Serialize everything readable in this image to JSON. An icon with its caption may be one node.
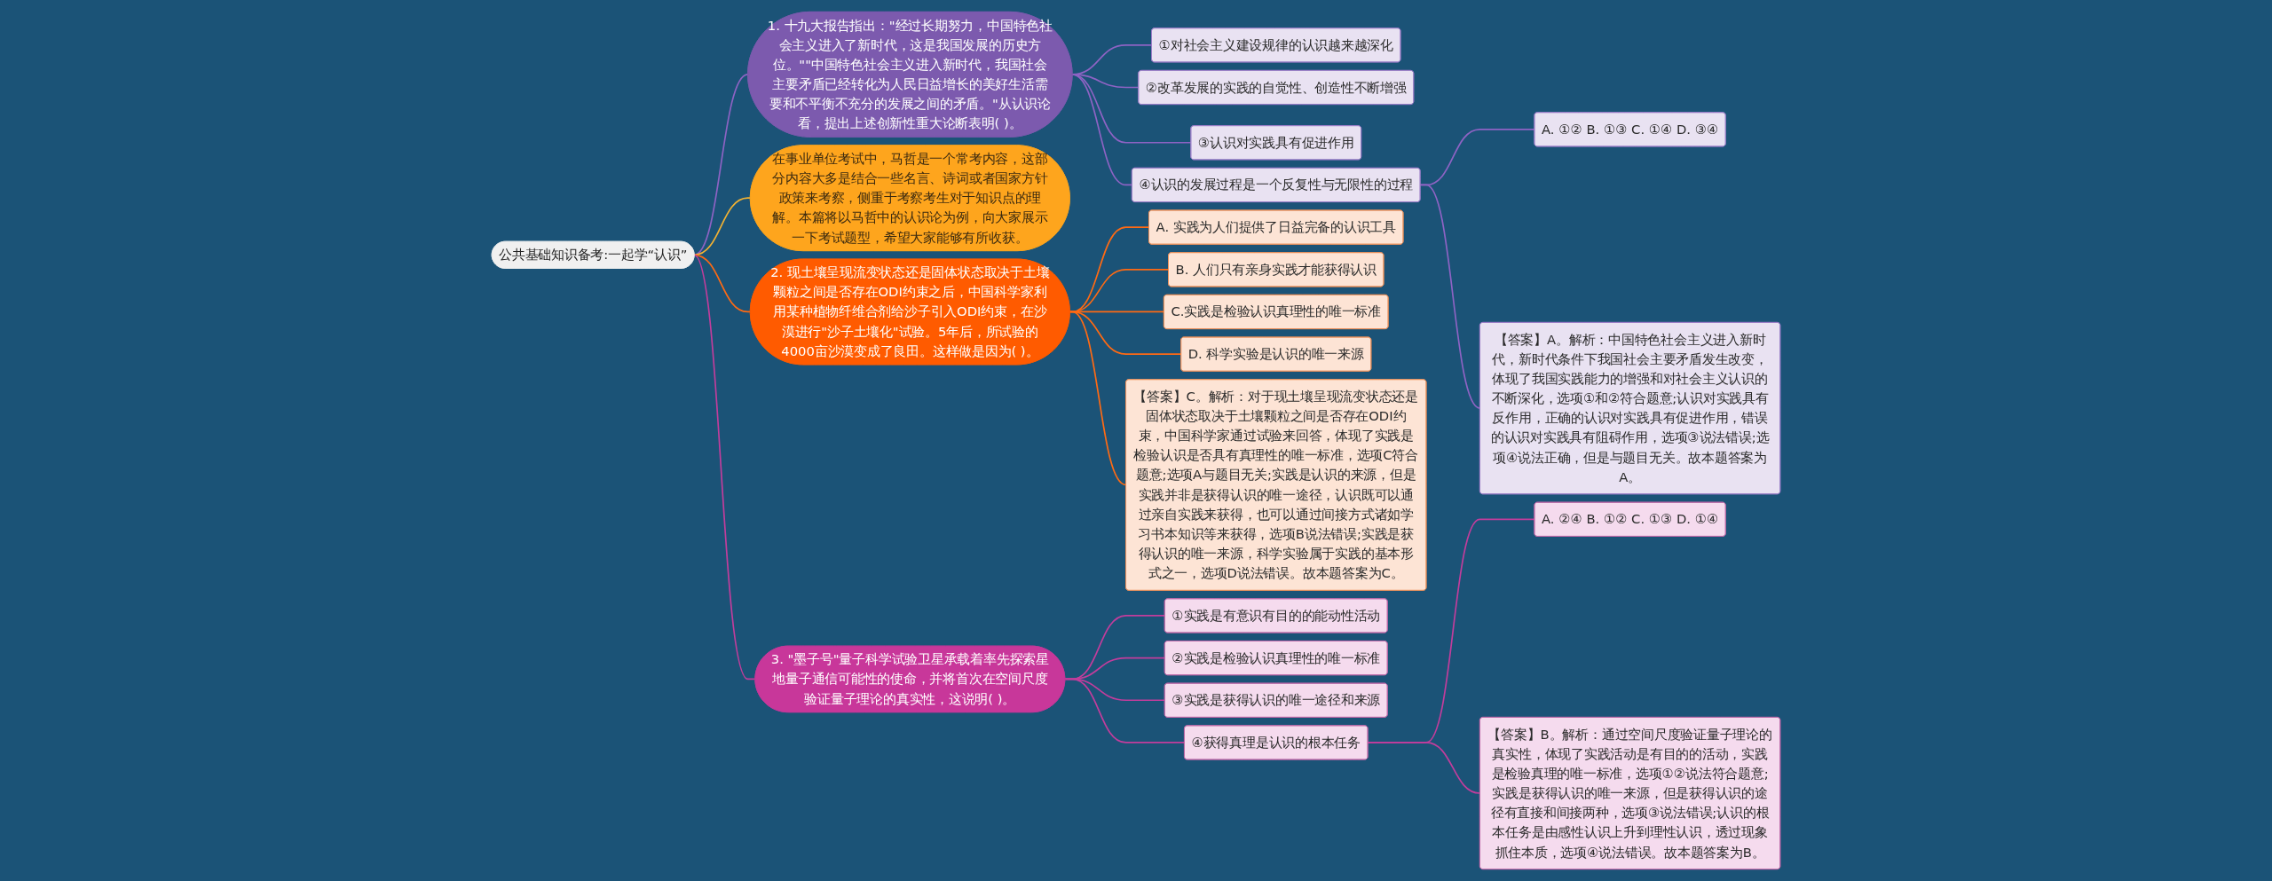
{
  "diagram": {
    "nodes": [
      {
        "text": [
          "公共基础知识备考:一起学“认识”"
        ]
      },
      {
        "text": [
          "1. 十九大报告指出：\"经过长期努力，中国特色社会主义进入了新时代，这是我国发展的历史方位。\"\"中国特色社会主义进入新时代，我国社会主要矛盾已经转化为人民日益增长的美好生活需要和不平衡不充分的发展之间的矛盾。\"从认识论看，提出上述创新性重大论断表明( )。"
        ]
      },
      {
        "text": [
          "①对社会主义建设规律的认识越来越深化"
        ]
      },
      {
        "text": [
          "②改革发展的实践的自觉性、创造性不断增强"
        ]
      },
      {
        "text": [
          "③认识对实践具有促进作用"
        ]
      },
      {
        "text": [
          "④认识的发展过程是一个反复性与无限性的过程"
        ]
      },
      {
        "text": [
          "A. ①② B. ①③ C. ①④ D. ③④"
        ]
      },
      {
        "text": [
          "【答案】A。解析：中国特色社会主义进入新时代，新时代条件下我国社会主要矛盾发生改变，体现了我国实践能力的增强和对社会主义认识的不断深化，选项①和②符合题意;认识对实践具有反作用，正确的认识对实践具有促进作用，错误的认识对实践具有阻碍作用，选项③说法错误;选项④说法正确，但是与题目无关。故本题答案为A。"
        ]
      },
      {
        "text": [
          "在事业单位考试中，马哲是一个常考内容，这部分内容大多是结合一些名言、诗词或者国家方针政策来考察，侧重于考察考生对于知识点的理解。本篇将以马哲中的认识论为例，向大家展示一下考试题型，希望大家能够有所收获。"
        ]
      },
      {
        "text": [
          "2. 现土壤呈现流变状态还是固体状态取决于土壤颗粒之间是否存在ODI约束之后，中国科学家利用某种植物纤维合剂给沙子引入ODI约束，在沙漠进行\"沙子土壤化\"试验。5年后，所试验的4000亩沙漠变成了良田。这样做是因为( )。"
        ]
      },
      {
        "text": [
          "A. 实践为人们提供了日益完备的认识工具"
        ]
      },
      {
        "text": [
          "B. 人们只有亲身实践才能获得认识"
        ]
      },
      {
        "text": [
          "C.实践是检验认识真理性的唯一标准"
        ]
      },
      {
        "text": [
          "D. 科学实验是认识的唯一来源"
        ]
      },
      {
        "text": [
          "【答案】C。解析：对于现土壤呈现流变状态还是固体状态取决于土壤颗粒之间是否存在ODI约束，中国科学家通过试验来回答，体现了实践是检验认识是否具有真理性的唯一标准，选项C符合题意;选项A与题目无关;实践是认识的来源，但是实践并非是获得认识的唯一途径，认识既可以通过亲自实践来获得，也可以通过间接方式诸如学习书本知识等来获得，选项B说法错误;实践是获得认识的唯一来源，科学实验属于实践的基本形式之一，选项D说法错误。故本题答案为C。"
        ]
      },
      {
        "text": [
          "3. \"墨子号\"量子科学试验卫星承载着率先探索星地量子通信可能性的使命，并将首次在空间尺度验证量子理论的真实性，这说明( )。"
        ]
      },
      {
        "text": [
          "①实践是有意识有目的的能动性活动"
        ]
      },
      {
        "text": [
          "②实践是检验认识真理性的唯一标准"
        ]
      },
      {
        "text": [
          "③实践是获得认识的唯一途径和来源"
        ]
      },
      {
        "text": [
          "④获得真理是认识的根本任务"
        ]
      },
      {
        "text": [
          "A. ②④ B. ①② C. ①③ D. ①④"
        ]
      },
      {
        "text": [
          "【答案】B。解析：通过空间尺度验证量子理论的真实性，体现了实践活动是有目的的活动，实践是检验真理的唯一标准，选项①②说法符合题意;实践是获得认识的唯一来源，但是获得认识的途径有直接和间接两种，选项③说法错误;认识的根本任务是由感性认识上升到理性认识，透过现象抓住本质，选项④说法错误。故本题答案为B。"
        ]
      }
    ],
    "edges": [
      {
        "from": 0,
        "to": 1,
        "arrow": "none",
        "color": "#8e63c4"
      },
      {
        "from": 1,
        "to": 2,
        "arrow": "none",
        "color": "#8e63c4"
      },
      {
        "from": 1,
        "to": 3,
        "arrow": "none",
        "color": "#8e63c4"
      },
      {
        "from": 1,
        "to": 4,
        "arrow": "none",
        "color": "#8e63c4"
      },
      {
        "from": 1,
        "to": 5,
        "arrow": "none",
        "color": "#8e63c4"
      },
      {
        "from": 5,
        "to": 6,
        "arrow": "none",
        "color": "#8e63c4"
      },
      {
        "from": 5,
        "to": 7,
        "arrow": "none",
        "color": "#8e63c4"
      },
      {
        "from": 0,
        "to": 8,
        "arrow": "none",
        "color": "#f2b233"
      },
      {
        "from": 0,
        "to": 9,
        "arrow": "none",
        "color": "#ff6a13"
      },
      {
        "from": 9,
        "to": 10,
        "arrow": "none",
        "color": "#ff6a13"
      },
      {
        "from": 9,
        "to": 11,
        "arrow": "none",
        "color": "#ff6a13"
      },
      {
        "from": 9,
        "to": 12,
        "arrow": "none",
        "color": "#ff6a13"
      },
      {
        "from": 9,
        "to": 13,
        "arrow": "none",
        "color": "#ff6a13"
      },
      {
        "from": 9,
        "to": 14,
        "arrow": "none",
        "color": "#ff6a13"
      },
      {
        "from": 0,
        "to": 15,
        "arrow": "none",
        "color": "#c23d9c"
      },
      {
        "from": 15,
        "to": 16,
        "arrow": "none",
        "color": "#c23d9c"
      },
      {
        "from": 15,
        "to": 17,
        "arrow": "none",
        "color": "#c23d9c"
      },
      {
        "from": 15,
        "to": 18,
        "arrow": "none",
        "color": "#c23d9c"
      },
      {
        "from": 15,
        "to": 19,
        "arrow": "none",
        "color": "#c23d9c"
      },
      {
        "from": 19,
        "to": 20,
        "arrow": "none",
        "color": "#c23d9c"
      },
      {
        "from": 19,
        "to": 21,
        "arrow": "none",
        "color": "#c23d9c"
      }
    ]
  }
}
